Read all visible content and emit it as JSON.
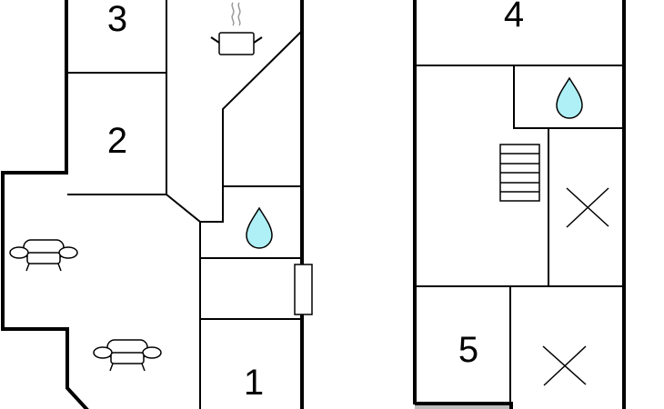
{
  "floor_plan": {
    "rooms": [
      {
        "label": "3"
      },
      {
        "label": "2"
      },
      {
        "label": "1"
      },
      {
        "label": "4"
      },
      {
        "label": "5"
      }
    ]
  },
  "colors": {
    "water": "#aef0f5",
    "terrace": "#bdbdbd"
  },
  "icons": [
    "pot-icon",
    "water-drop-icon",
    "sofa-icon",
    "stairs-icon",
    "bed-cross-icon",
    "window-icon"
  ]
}
